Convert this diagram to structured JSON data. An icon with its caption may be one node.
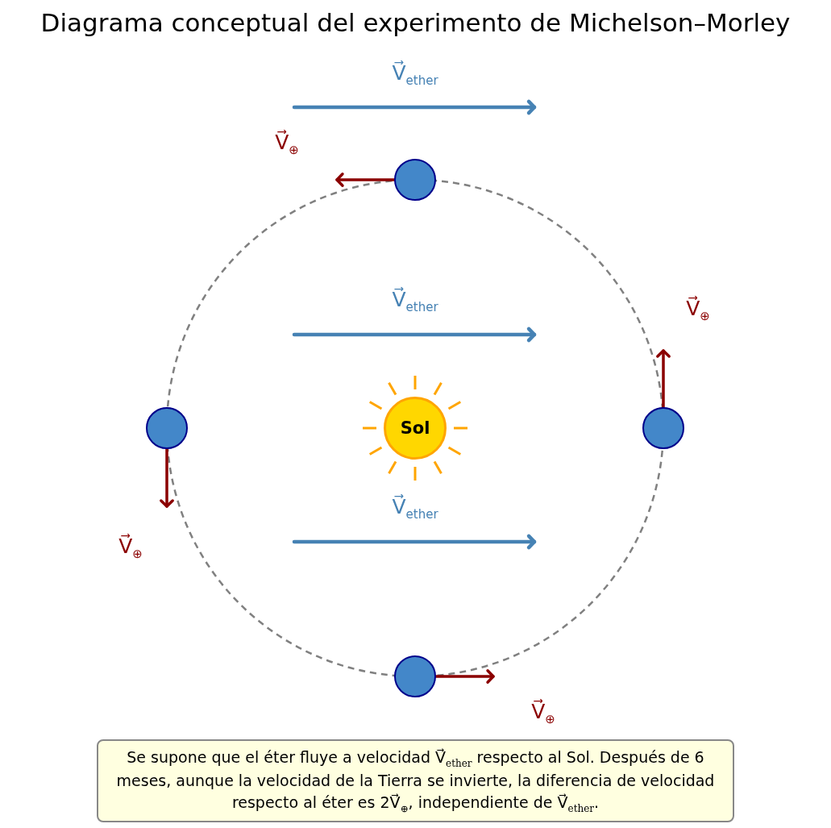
{
  "diagram": {
    "title": "Diagrama conceptual del experimento de Michelson–Morley",
    "nodes": [
      {
        "text": [],
        "shape": "circle"
      },
      {
        "text": [],
        "shape": "circle"
      },
      {
        "text": [
          "Sol"
        ]
      },
      {
        "text": [],
        "shape": "circle"
      },
      {
        "text": [],
        "shape": "circle"
      }
    ],
    "edges": [],
    "labels": [
      "V⃗$_{ether}$",
      "V⃗$_{⊕}$",
      "V⃗$_{ether}$",
      "V⃗$_{⊕}$",
      "V⃗$_{ether}$",
      "V⃗$_{⊕}$",
      "V⃗$_{⊕}$"
    ],
    "caption": "Se supone que el éter fluye a velocidad V⃗$_{ether}$ respecto al Sol. Después de 6 meses, aunque la velocidad de la Tierra se invierte, la diferencia de velocidad respecto al éter es 2V⃗$_{⊕}$, independiente de V⃗$_{ether}$."
  }
}
